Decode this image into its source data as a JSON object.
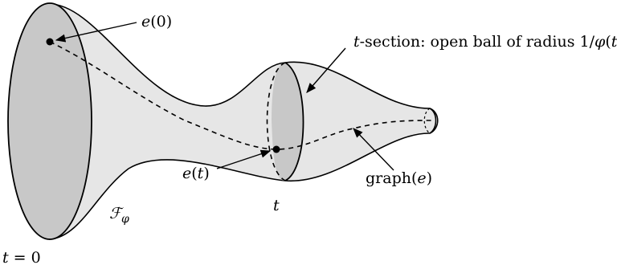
{
  "diagram": {
    "labels": {
      "e0": {
        "func": "e",
        "arg": "0"
      },
      "et": {
        "func": "e",
        "arg": "t"
      },
      "section_prefix": "t",
      "section_text": "-section: open ball of radius 1/",
      "section_phi": "φ",
      "section_arg": "t",
      "graph": {
        "func": "graph",
        "arg": "e"
      },
      "t_axis": "t",
      "t0_var": "t",
      "t0_rest": " = 0",
      "family_script": "ℱ",
      "family_sub": "φ"
    },
    "colors": {
      "tube_fill": "#e6e6e6",
      "disk_fill": "#c8c8c8",
      "stroke": "#000000"
    }
  }
}
